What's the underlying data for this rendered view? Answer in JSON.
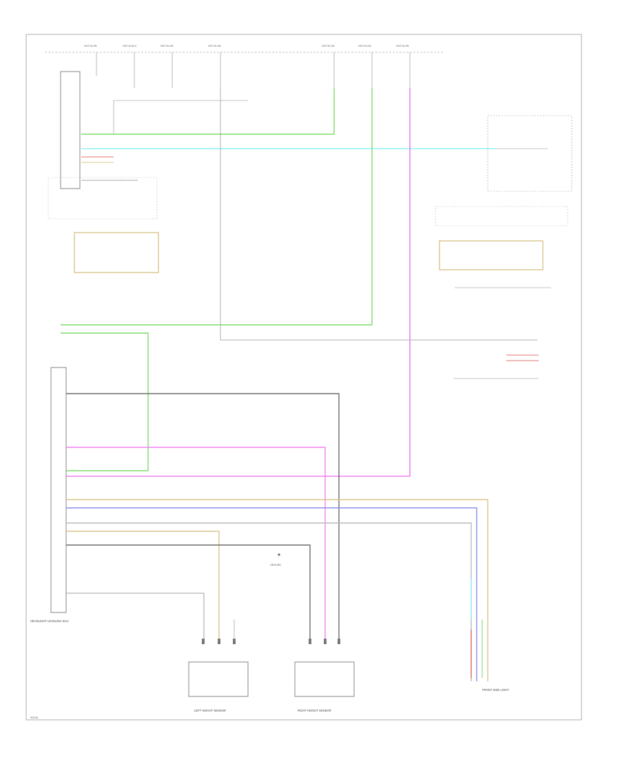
{
  "colors": {
    "green": "#7ddc6a",
    "cyan": "#8ff0f0",
    "magenta": "#f27ff2",
    "tan": "#d8c48a",
    "blue": "#8a8af0",
    "dark": "#6a6a6a",
    "gray": "#b8b8b8",
    "red": "#e07070",
    "lightgreen": "#9be09b"
  },
  "fuse_labels": [
    "HOT IN ON",
    "HOT IN ACC",
    "HOT IN ON",
    "HOT IN ON",
    "HOT IN ON",
    "HOT IN ON",
    "HOT IN ON"
  ],
  "connector_labels": {
    "ecu_main": "HEADLIGHT LEVELING ECU",
    "left_sensor": "LEFT HEIGHT SENSOR",
    "right_sensor": "RIGHT HEIGHT SENSOR",
    "right_side_bottom": "FRONT SIDE LIGHT",
    "ground_label": "GROUND"
  },
  "footer_code": "W1234"
}
